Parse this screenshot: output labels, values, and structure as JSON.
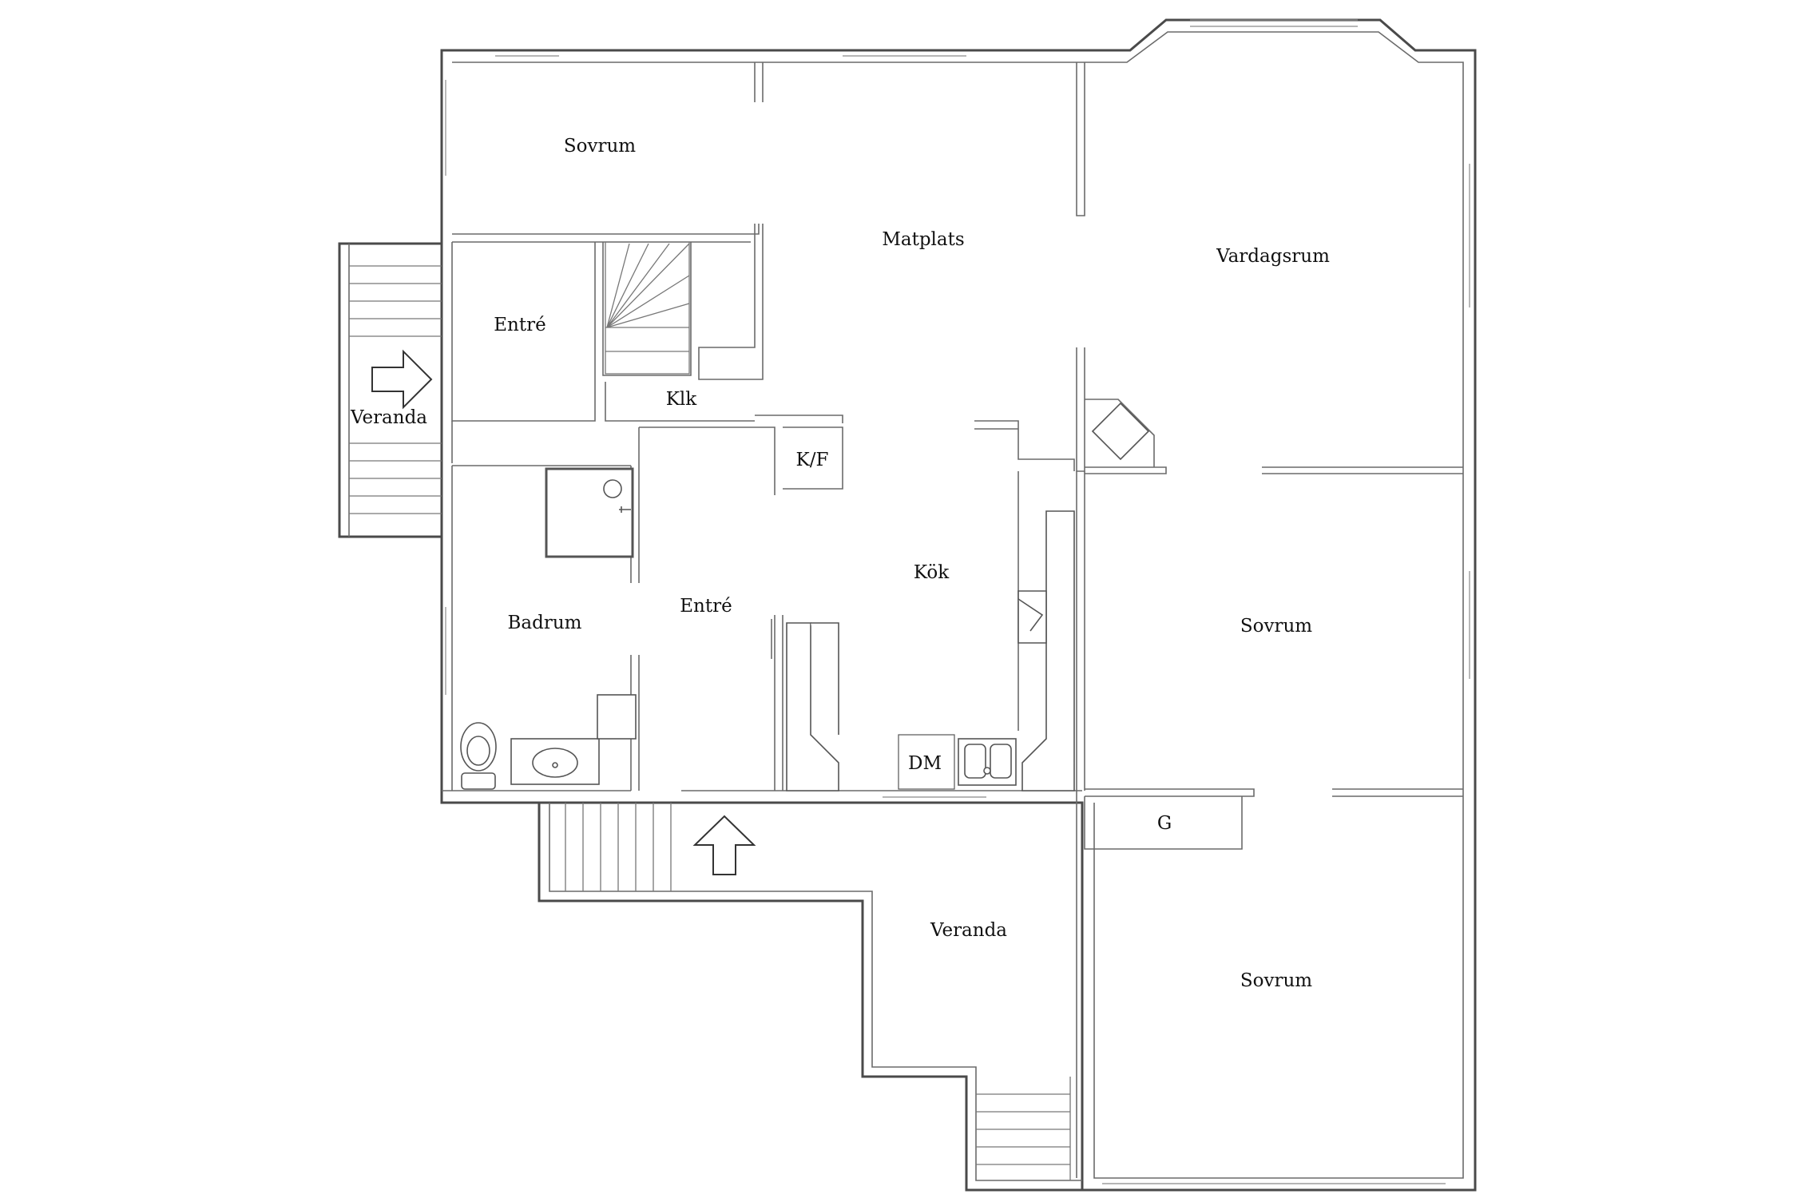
{
  "floorplan": {
    "rooms": {
      "sovrum_top": "Sovrum",
      "matplats": "Matplats",
      "vardagsrum": "Vardagsrum",
      "entre_upper": "Entré",
      "veranda_west": "Veranda",
      "klk": "Klk",
      "kf": "K/F",
      "badrum": "Badrum",
      "entre_lower": "Entré",
      "kok": "Kök",
      "dm": "DM",
      "sovrum_east": "Sovrum",
      "g": "G",
      "veranda_south": "Veranda",
      "sovrum_southeast": "Sovrum"
    },
    "icons": {
      "entry_arrow_west": "arrow-right-icon",
      "entry_arrow_south": "arrow-up-icon",
      "toilet": "toilet-icon",
      "washbasin": "washbasin-icon",
      "shower": "shower-icon",
      "kitchen_sink": "double-sink-icon",
      "fireplace": "fireplace-icon",
      "staircase": "staircase-icon"
    },
    "colors": {
      "wall": "#4a4a4a",
      "background": "#ffffff",
      "text": "#111111"
    }
  }
}
